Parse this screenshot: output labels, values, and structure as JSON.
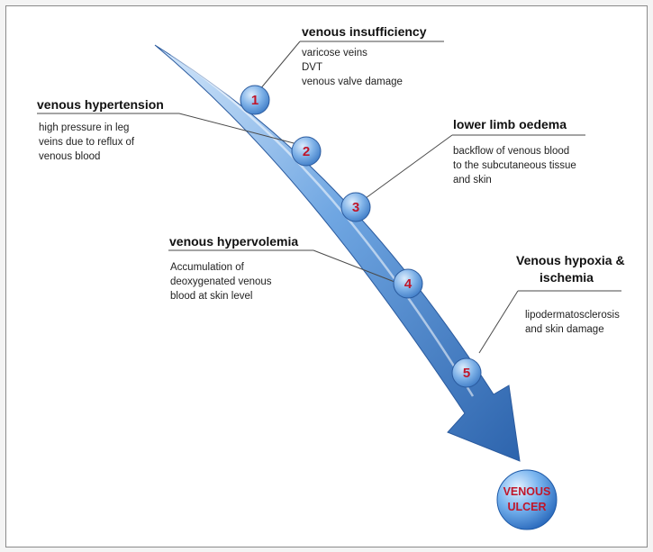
{
  "colors": {
    "arrow_light": "#bcd9f7",
    "arrow_dark": "#2f6db8",
    "number_red": "#c0162a",
    "leader_line": "#4a4a4a"
  },
  "steps": [
    {
      "number": "1",
      "title": "venous insufficiency",
      "lines": [
        "varicose veins",
        "DVT",
        "venous valve damage"
      ]
    },
    {
      "number": "2",
      "title": "venous hypertension",
      "lines": [
        "high pressure in leg",
        "veins due to reflux of",
        "venous blood"
      ]
    },
    {
      "number": "3",
      "title": "lower limb oedema",
      "lines": [
        "backflow of venous blood",
        "to the subcutaneous tissue",
        "and skin"
      ]
    },
    {
      "number": "4",
      "title": "venous hypervolemia",
      "lines": [
        "Accumulation of",
        "deoxygenated  venous",
        "blood at skin level"
      ]
    },
    {
      "number": "5",
      "title_lines": [
        "Venous hypoxia &",
        "ischemia"
      ],
      "lines": [
        "lipodermatosclerosis",
        "and skin damage"
      ]
    }
  ],
  "outcome": {
    "lines": [
      "VENOUS",
      "ULCER"
    ]
  }
}
